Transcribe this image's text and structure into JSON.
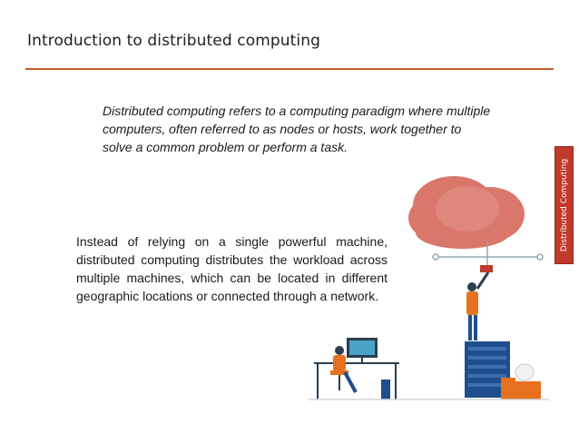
{
  "slide": {
    "title": "Introduction to distributed computing",
    "definition": "Distributed computing refers to a computing paradigm where multiple computers, often referred to as nodes or hosts, work together to solve a common problem or perform a task.",
    "body": "Instead of relying on a single powerful machine, distributed computing distributes the workload across multiple machines, which can be located in different geographic locations or connected through a network.",
    "side_tab_label": "Distributed Computing"
  },
  "colors": {
    "accent": "#c55a2b",
    "side_tab": "#c0392b",
    "cloud": "#d9776b",
    "person_orange": "#e8711f",
    "server_blue": "#1f4e8c"
  },
  "illustration": {
    "icons": [
      "cloud-icon",
      "person-reaching-icon",
      "server-rack-icon",
      "desk-worker-icon",
      "folder-icon"
    ]
  }
}
